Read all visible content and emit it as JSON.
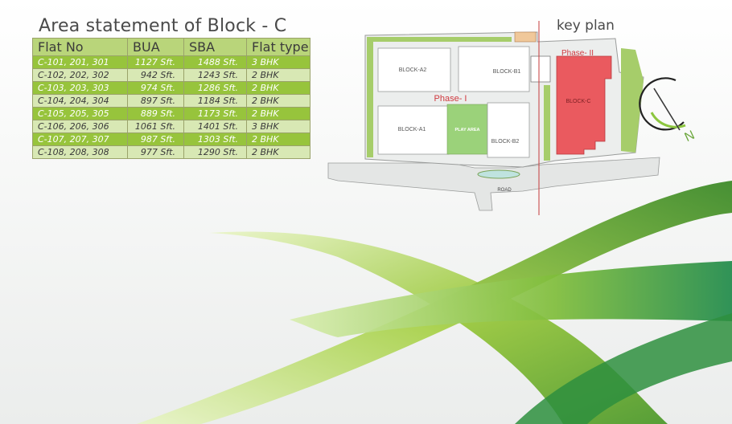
{
  "title": "Area statement of Block - C",
  "table": {
    "headers": [
      "Flat No",
      "BUA",
      "SBA",
      "Flat type"
    ],
    "rows": [
      {
        "flat": "C-101, 201, 301",
        "bua": "1127 Sft.",
        "sba": "1488 Sft.",
        "type": "3 BHK"
      },
      {
        "flat": "C-102, 202, 302",
        "bua": "942 Sft.",
        "sba": "1243 Sft.",
        "type": "2 BHK"
      },
      {
        "flat": "C-103, 203, 303",
        "bua": "974 Sft.",
        "sba": "1286 Sft.",
        "type": "2 BHK"
      },
      {
        "flat": "C-104, 204, 304",
        "bua": "897 Sft.",
        "sba": "1184 Sft.",
        "type": "2 BHK"
      },
      {
        "flat": "C-105, 205, 305",
        "bua": "889 Sft.",
        "sba": "1173 Sft.",
        "type": "2 BHK"
      },
      {
        "flat": "C-106, 206, 306",
        "bua": "1061 Sft.",
        "sba": "1401 Sft.",
        "type": "3 BHK"
      },
      {
        "flat": "C-107, 207, 307",
        "bua": "987 Sft.",
        "sba": "1303 Sft.",
        "type": "2 BHK"
      },
      {
        "flat": "C-108, 208, 308",
        "bua": "977 Sft.",
        "sba": "1290 Sft.",
        "type": "2 BHK"
      }
    ]
  },
  "key_plan": {
    "title": "key plan",
    "labels": {
      "block_a2": "BLOCK-A2",
      "block_b1": "BLOCK-B1",
      "block_a1": "BLOCK-A1",
      "block_b2": "BLOCK-B2",
      "block_c": "BLOCK-C",
      "play_area": "PLAY AREA",
      "phase_1": "Phase- I",
      "phase_2": "Phase- II",
      "road": "ROAD",
      "north": "N"
    }
  },
  "colors": {
    "table_header": "#b9d57a",
    "row_dark": "#97c43c",
    "row_light": "#d8e8b4",
    "highlight_block": "#ea5a5f",
    "phase_text": "#d0393f",
    "site_green": "#a6cd6a",
    "play_area": "#9bd27a"
  }
}
